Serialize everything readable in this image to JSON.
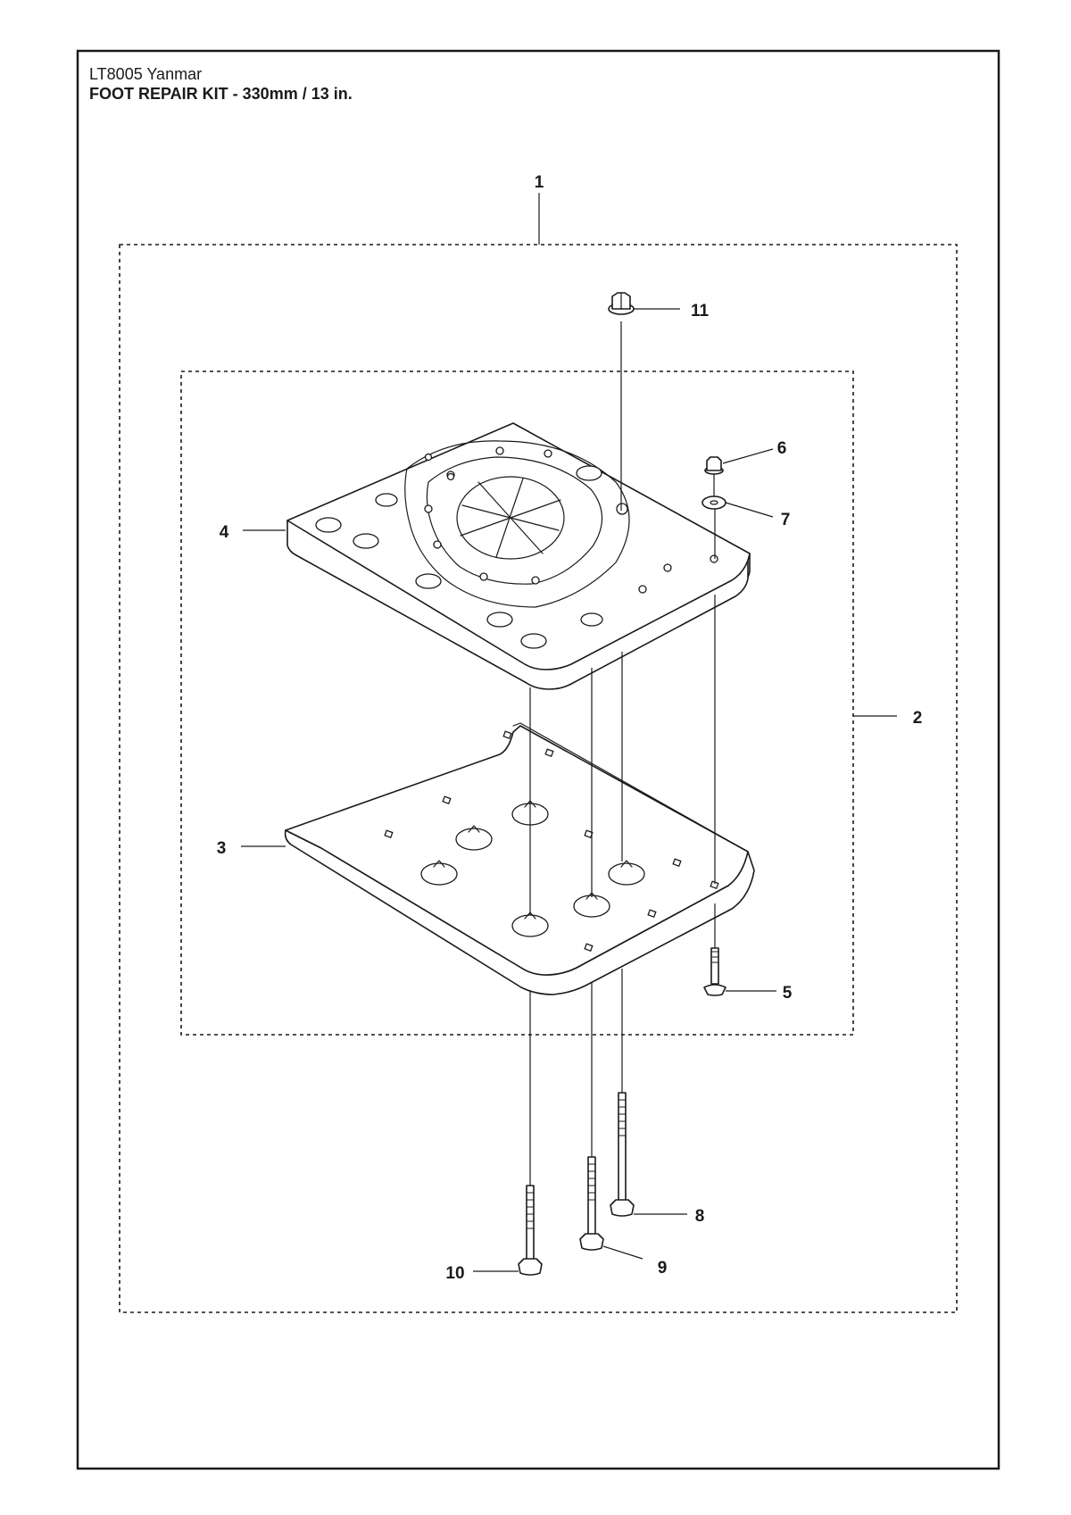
{
  "header": {
    "model": "LT8005 Yanmar",
    "title": "FOOT REPAIR KIT - 330mm / 13 in."
  },
  "diagram": {
    "callouts": [
      {
        "id": "callout-1",
        "label": "1",
        "part": "repair-kit-assembly"
      },
      {
        "id": "callout-2",
        "label": "2",
        "part": "foot-assembly"
      },
      {
        "id": "callout-3",
        "label": "3",
        "part": "bottom-plate"
      },
      {
        "id": "callout-4",
        "label": "4",
        "part": "rubber-foot-block"
      },
      {
        "id": "callout-5",
        "label": "5",
        "part": "small-bolt"
      },
      {
        "id": "callout-6",
        "label": "6",
        "part": "small-nut"
      },
      {
        "id": "callout-7",
        "label": "7",
        "part": "washer"
      },
      {
        "id": "callout-8",
        "label": "8",
        "part": "long-bolt"
      },
      {
        "id": "callout-9",
        "label": "9",
        "part": "long-bolt"
      },
      {
        "id": "callout-10",
        "label": "10",
        "part": "long-bolt"
      },
      {
        "id": "callout-11",
        "label": "11",
        "part": "flange-nut"
      }
    ]
  }
}
